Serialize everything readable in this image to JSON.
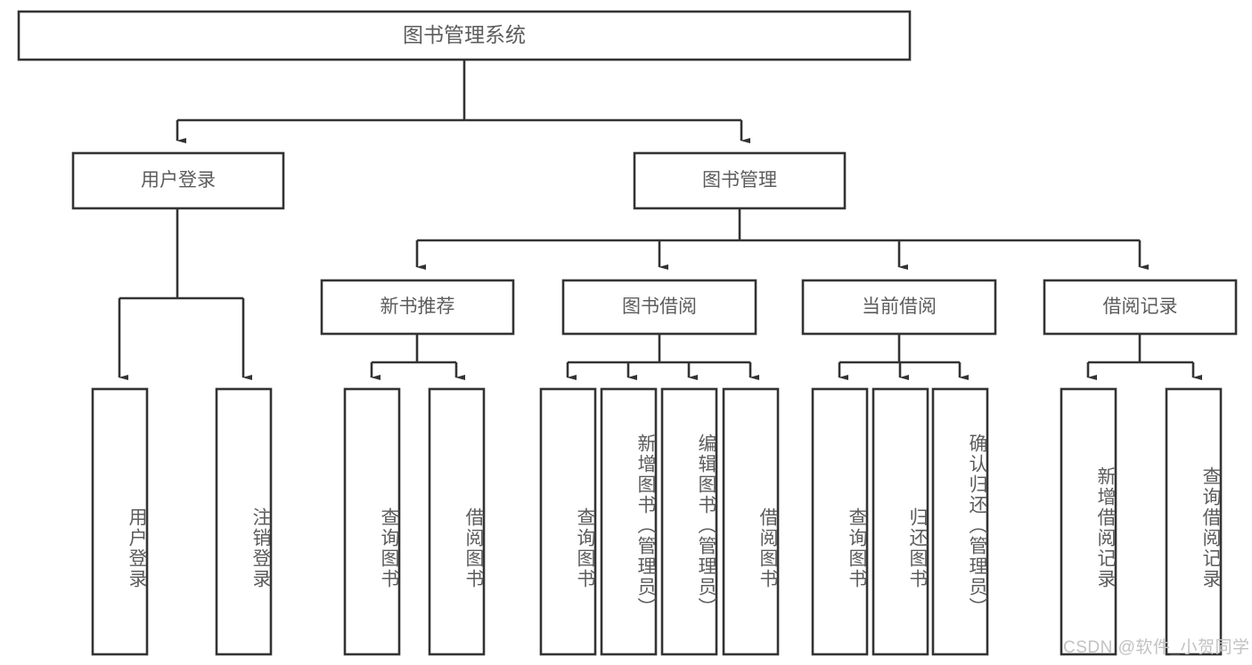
{
  "diagram": {
    "title": "图书管理系统",
    "watermark": "CSDN @软件_小贺同学",
    "colors": {
      "stroke": "#333333",
      "text": "#5c5c5c",
      "background": "#ffffff",
      "watermark": "#c2c2c2"
    },
    "levels": {
      "root": {
        "label": "图书管理系统"
      },
      "level1": [
        {
          "label": "用户登录"
        },
        {
          "label": "图书管理"
        }
      ],
      "level2": [
        {
          "label": "新书推荐"
        },
        {
          "label": "图书借阅"
        },
        {
          "label": "当前借阅"
        },
        {
          "label": "借阅记录"
        }
      ],
      "leaves": {
        "user_login": [
          {
            "label": "用户登录"
          },
          {
            "label": "注销登录"
          }
        ],
        "new_book": [
          {
            "label": "查询图书"
          },
          {
            "label": "借阅图书"
          }
        ],
        "book_borrow": [
          {
            "label": "查询图书"
          },
          {
            "label": "新增图书（管理员）"
          },
          {
            "label": "编辑图书（管理员）"
          },
          {
            "label": "借阅图书"
          }
        ],
        "current_borrow": [
          {
            "label": "查询图书"
          },
          {
            "label": "归还图书"
          },
          {
            "label": "确认归还（管理员）"
          }
        ],
        "borrow_record": [
          {
            "label": "新增借阅记录"
          },
          {
            "label": "查询借阅记录"
          }
        ]
      }
    }
  }
}
